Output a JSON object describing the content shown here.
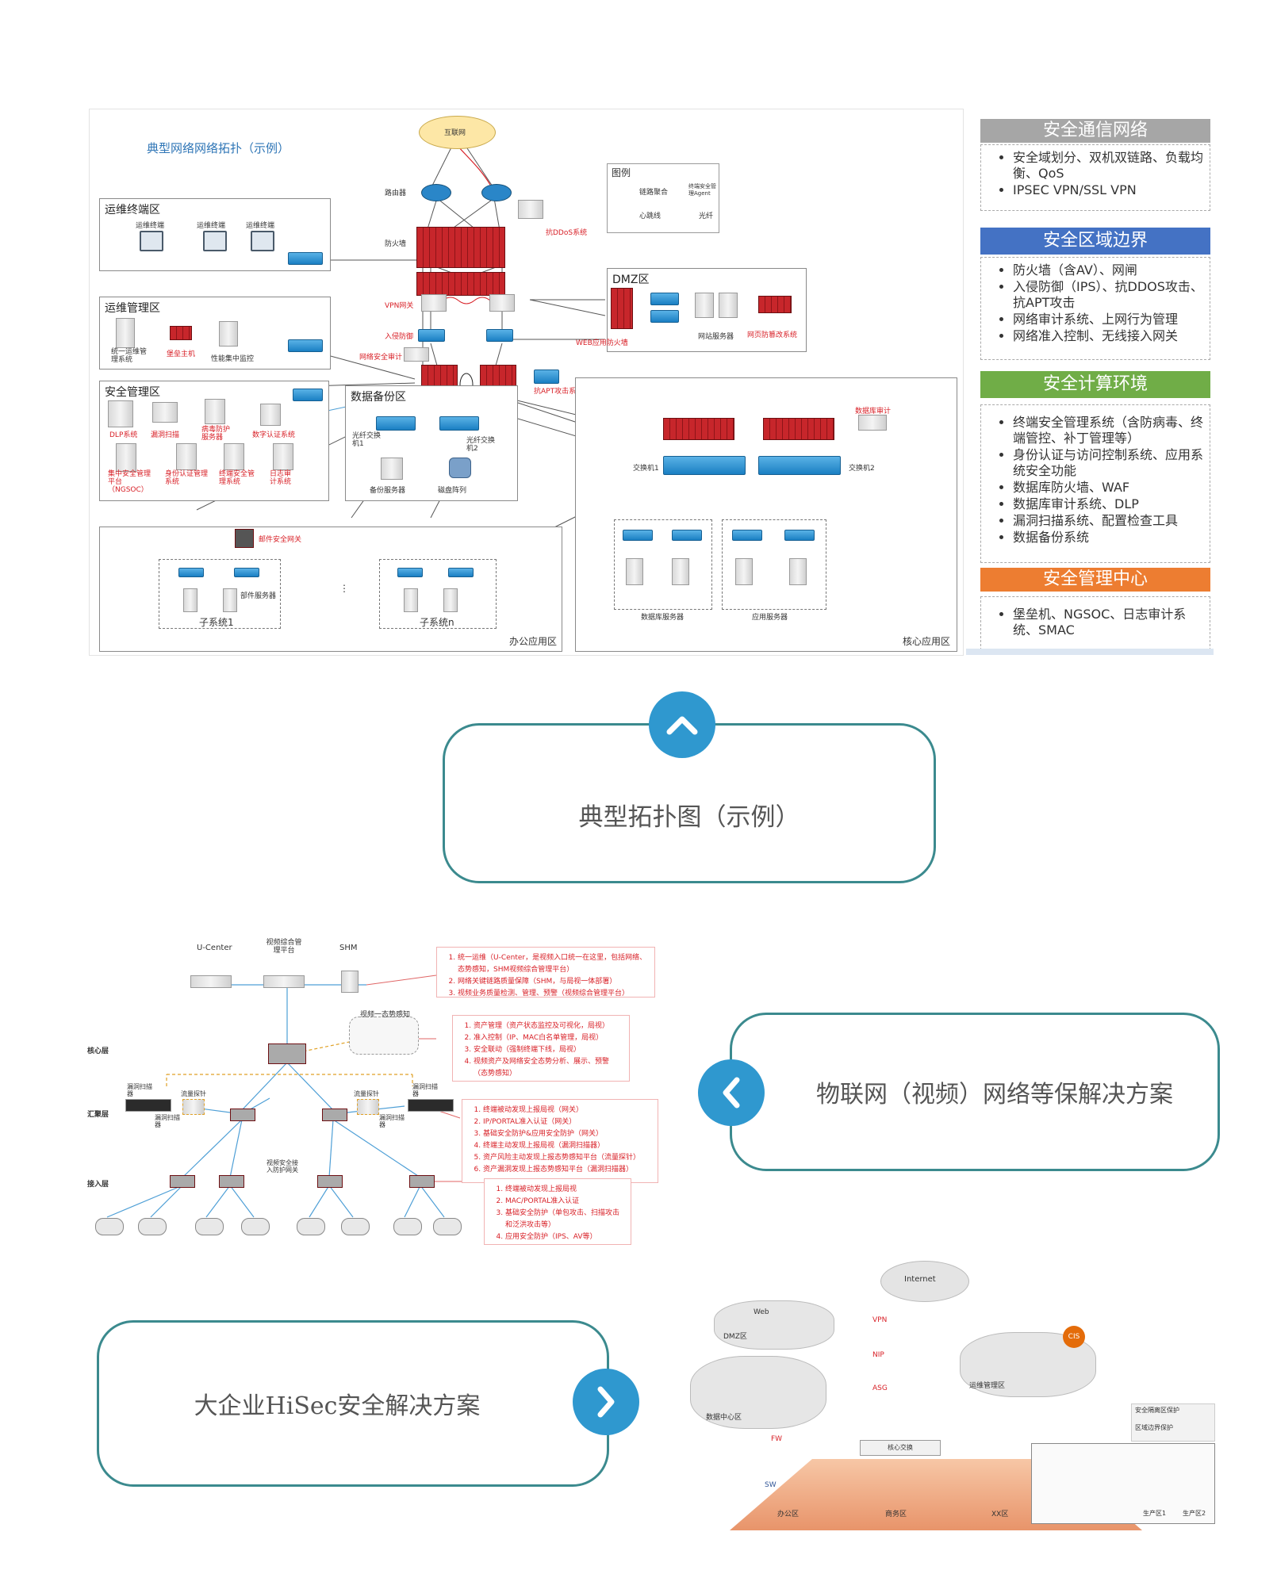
{
  "topology": {
    "title": "典型网络网络拓扑（示例）",
    "internet": "互联网",
    "zones": {
      "ops_terminal": "运维终端区",
      "ops_mgmt": "运维管理区",
      "security_mgmt": "安全管理区",
      "data_backup": "数据备份区",
      "dmz": "DMZ区",
      "office": "办公应用区",
      "core": "核心应用区"
    },
    "legend": {
      "title": "图例",
      "link_agg": "链路聚合",
      "terminal_agent": "终端安全管理Agent",
      "heartbeat": "心跳线",
      "fiber": "光纤"
    },
    "labels": {
      "router": "路由器",
      "firewall": "防火墙",
      "anti_ddos": "抗DDoS系统",
      "vpn_gw": "VPN网关",
      "ips": "入侵防御",
      "net_audit": "网络安全审计",
      "apt": "抗APT攻击系统",
      "waf": "WEB应用防火墙",
      "web_server": "网站服务器",
      "web_tamper": "网页防篡改系统",
      "ops_terminal_1": "运维终端",
      "ops_terminal_2": "运维终端",
      "ops_terminal_3": "运维终端",
      "unified_ops": "统一运维管理系统",
      "bastion": "堡垒主机",
      "perf_monitor": "性能集中监控",
      "dlp": "DLP系统",
      "vuln_scan": "漏洞扫描",
      "antivirus": "病毒防护服务器",
      "ca": "数字认证系统",
      "ngsoc": "集中安全管理平台（NGSOC）",
      "identity": "身份认证管理系统",
      "terminal_mgmt": "终端安全管理系统",
      "log_audit": "日志审计系统",
      "fiber_sw1": "光纤交换机1",
      "fiber_sw2": "光纤交换机2",
      "backup_server": "备份服务器",
      "disk_array": "磁盘阵列",
      "db_audit": "数据库审计",
      "switch1": "交换机1",
      "switch2": "交换机2",
      "db_server": "数据库服务器",
      "app_server": "应用服务器",
      "mail_gw": "邮件安全网关",
      "dept_server": "部件服务器",
      "subsys1": "子系统1",
      "subsysn": "子系统n"
    }
  },
  "right_panel": [
    {
      "title": "安全通信网络",
      "color": "#a6a6a6",
      "items": [
        "安全域划分、双机双链路、负载均衡、QoS",
        "IPSEC VPN/SSL VPN"
      ]
    },
    {
      "title": "安全区域边界",
      "color": "#4472c4",
      "items": [
        "防火墙（含AV）、网闸",
        "入侵防御（IPS）、抗DDOS攻击、抗APT攻击",
        "网络审计系统、上网行为管理",
        "网络准入控制、无线接入网关"
      ]
    },
    {
      "title": "安全计算环境",
      "color": "#70ad47",
      "items": [
        "终端安全管理系统（含防病毒、终端管控、补丁管理等）",
        "身份认证与访问控制系统、应用系统安全功能",
        "数据库防火墙、WAF",
        "数据库审计系统、DLP",
        "漏洞扫描系统、配置检查工具",
        "数据备份系统"
      ]
    },
    {
      "title": "安全管理中心",
      "color": "#ed7d31",
      "items": [
        "堡垒机、NGSOC、日志审计系统、SMAC"
      ]
    }
  ],
  "captions": {
    "topology_caption": "典型拓扑图（示例）",
    "iot_caption": "物联网（视频）网络等保解决方案",
    "hisec_caption": "大企业HiSec安全解决方案"
  },
  "iot": {
    "layers": {
      "core": "核心层",
      "aggregation": "汇聚层",
      "access": "接入层"
    },
    "top_devices": {
      "ucenter": "U-Center",
      "video_platform": "视频综合管理平台",
      "shm": "SHM"
    },
    "situation": "视频一态势感知",
    "devices": {
      "probe1": "流量探针",
      "probe2": "流量探针",
      "scanner_left": "漏洞扫描器",
      "scanner_right": "漏洞扫描器",
      "scan_left_b": "漏洞扫描器",
      "scan_right_b": "漏洞扫描器",
      "access_gw": "视频安全接入防护网关"
    },
    "note1": [
      "统一运维（U-Center，是视频入口统一在这里，包括网络、态势感知，SHM视频综合管理平台）",
      "网络关键链路质量保障（SHM，与局视一体部署）",
      "视频业务质量检测、管理、预警（视频综合管理平台）"
    ],
    "note2": [
      "资产管理（资产状态监控及可视化，局视）",
      "准入控制（IP、MAC白名单管理，局视）",
      "安全联动（强制终端下线，局视）",
      "视频资产及网络安全态势分析、展示、预警（态势感知）"
    ],
    "note3": [
      "终端被动发现上报局视（网关）",
      "IP/PORTAL准入认证（网关）",
      "基础安全防护&应用安全防护（网关）",
      "终端主动发现上报局视（漏洞扫描器）",
      "资产风险主动发现上报态势感知平台（流量探针）",
      "资产漏洞发现上报态势感知平台（漏洞扫描器）"
    ],
    "note4": [
      "终端被动发现上报局视",
      "MAC/PORTAL准入认证",
      "基础安全防护（单包攻击、扫描攻击和泛洪攻击等）",
      "应用安全防护（IPS、AV等）"
    ]
  },
  "hisec": {
    "labels": {
      "internet": "Internet",
      "dmz": "DMZ区",
      "web": "Web",
      "sw": "SW",
      "fw": "FW",
      "vpn": "VPN",
      "nip": "NIP",
      "asg": "ASG",
      "cis": "CIS",
      "core_area": "核心交换",
      "data_center": "数据中心区",
      "mgmt_area": "运维管理区",
      "office": "办公区",
      "business": "商务区",
      "xx": "XX区",
      "prod1": "生产区1",
      "prod2": "生产区2",
      "security_isolation": "安全隔离区保护",
      "border_protect": "区域边界保护"
    }
  }
}
